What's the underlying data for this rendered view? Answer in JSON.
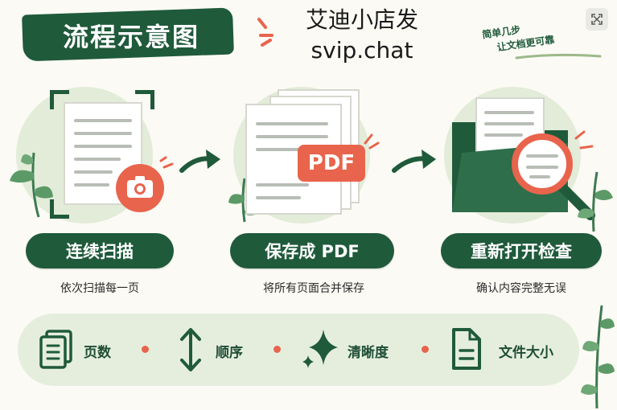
{
  "title": "流程示意图",
  "watermark": {
    "line1": "艾迪小店发",
    "line2": "svip.chat"
  },
  "top_note": {
    "line1": "简单几步",
    "line2": "让文档更可靠"
  },
  "steps": [
    {
      "label": "连续扫描",
      "caption": "依次扫描每一页",
      "icon": "camera-icon"
    },
    {
      "label": "保存成 PDF",
      "caption": "将所有页面合并保存",
      "icon": "pdf-badge",
      "badge": "PDF"
    },
    {
      "label": "重新打开检查",
      "caption": "确认内容完整无误",
      "icon": "magnifier-icon"
    }
  ],
  "features": [
    {
      "label": "页数",
      "icon": "pages-icon"
    },
    {
      "label": "顺序",
      "icon": "up-down-arrow-icon"
    },
    {
      "label": "清晰度",
      "icon": "sparkle-icon"
    },
    {
      "label": "文件大小",
      "icon": "file-icon"
    }
  ],
  "colors": {
    "primary": "#1f5a3b",
    "accent": "#e8644c",
    "circle_bg": "#e2ecd8",
    "bar_bg": "#e5eedd"
  }
}
